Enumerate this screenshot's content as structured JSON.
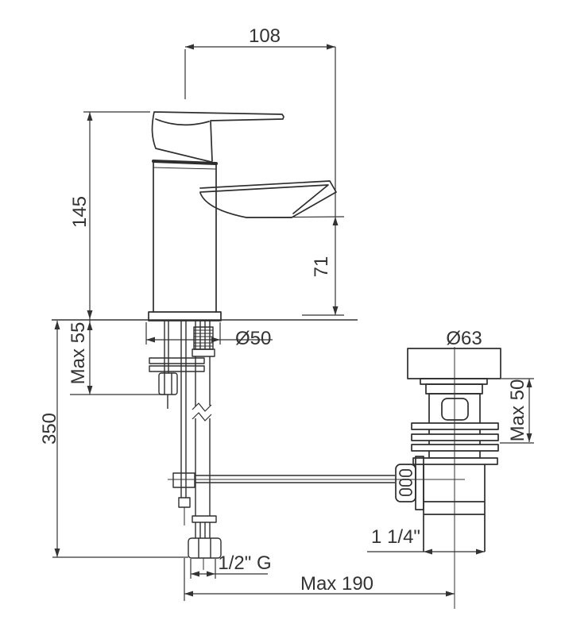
{
  "drawing": {
    "colors": {
      "background": "#ffffff",
      "line": "#333333",
      "text": "#333333"
    },
    "faucet": {
      "spout_reach_label": "108",
      "height_label": "145",
      "outlet_height_label": "71",
      "max_deck_thickness_label": "Max 55",
      "hose_length_label": "350",
      "base_diameter_label": "Ø50",
      "inlet_thread_label": "1/2\" G",
      "rod_reach_label": "Max 190"
    },
    "waste": {
      "flange_diameter_label": "Ø63",
      "max_depth_label": "Max 50",
      "outlet_size_label": "1 1/4\""
    }
  }
}
